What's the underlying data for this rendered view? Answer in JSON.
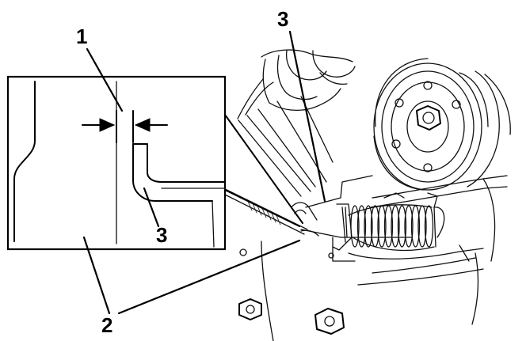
{
  "figure": {
    "callouts": [
      {
        "id": "1",
        "text": "1"
      },
      {
        "id": "2",
        "text": "2"
      },
      {
        "id": "3a",
        "text": "3"
      },
      {
        "id": "3b",
        "text": "3"
      }
    ]
  },
  "icons": {
    "clearance_gap": "gap-dimension-arrows-icon",
    "spring": "extension-spring-icon",
    "pulley": "pulley-icon",
    "bolt": "hex-bolt-icon"
  }
}
